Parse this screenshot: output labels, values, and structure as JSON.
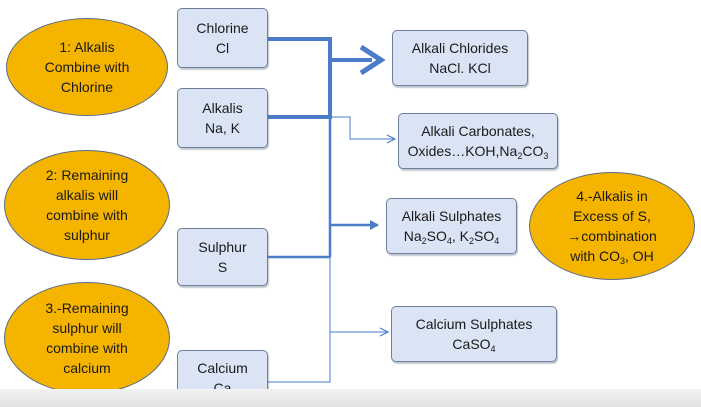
{
  "diagram": {
    "ellipses": [
      {
        "id": "step1",
        "lines": [
          "1: Alkalis",
          "Combine with",
          "Chlorine"
        ]
      },
      {
        "id": "step2",
        "lines": [
          "2: Remaining",
          "alkalis will",
          "combine with",
          "sulphur"
        ]
      },
      {
        "id": "step3",
        "lines": [
          "3.-Remaining",
          "sulphur will",
          "combine with",
          "calcium"
        ]
      },
      {
        "id": "step4",
        "lines": [
          "4.-Alkalis in",
          "Excess of S,",
          "→combination",
          "with CO3, OH"
        ]
      }
    ],
    "reactants": [
      {
        "id": "chlorine",
        "name": "Chlorine",
        "symbol": "Cl"
      },
      {
        "id": "alkalis",
        "name": "Alkalis",
        "symbol": "Na, K"
      },
      {
        "id": "sulphur",
        "name": "Sulphur",
        "symbol": "S"
      },
      {
        "id": "calcium",
        "name": "Calcium",
        "symbol": "Ca"
      }
    ],
    "products": [
      {
        "id": "chlorides",
        "name": "Alkali Chlorides",
        "formula": "NaCl. KCl"
      },
      {
        "id": "carbonates",
        "name": "Alkali Carbonates,",
        "formula": "Oxides…KOH,Na2CO3"
      },
      {
        "id": "sulphates",
        "name": "Alkali Sulphates",
        "formula": "Na2SO4, K2SO4"
      },
      {
        "id": "calcium-sulphates",
        "name": "Calcium Sulphates",
        "formula": "CaSO4"
      }
    ],
    "colors": {
      "ellipse_fill": "#f5b400",
      "box_fill": "#dbe4f5",
      "connector": "#4a7cc7"
    }
  }
}
